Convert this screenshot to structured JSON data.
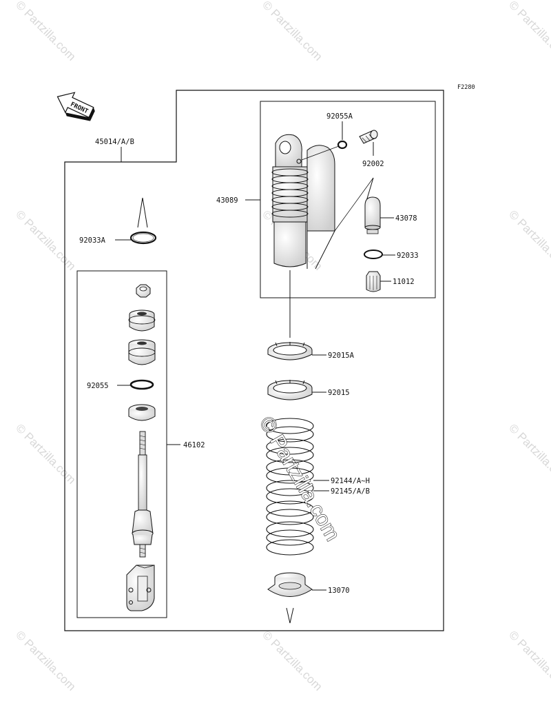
{
  "diagram": {
    "code": "F2280",
    "front_label": "FRONT",
    "parts": {
      "p45014": "45014/A/B",
      "p92033A": "92033A",
      "p92055": "92055",
      "p46102": "46102",
      "p92055A": "92055A",
      "p92002": "92002",
      "p43089": "43089",
      "p43078": "43078",
      "p92033": "92033",
      "p11012": "11012",
      "p92015A": "92015A",
      "p92015": "92015",
      "p92144": "92144/A~H",
      "p92145": "92145/A/B",
      "p13070": "13070"
    }
  },
  "watermark": {
    "text": "© Partzilla.com",
    "center_text": "© Partzilla.com"
  }
}
